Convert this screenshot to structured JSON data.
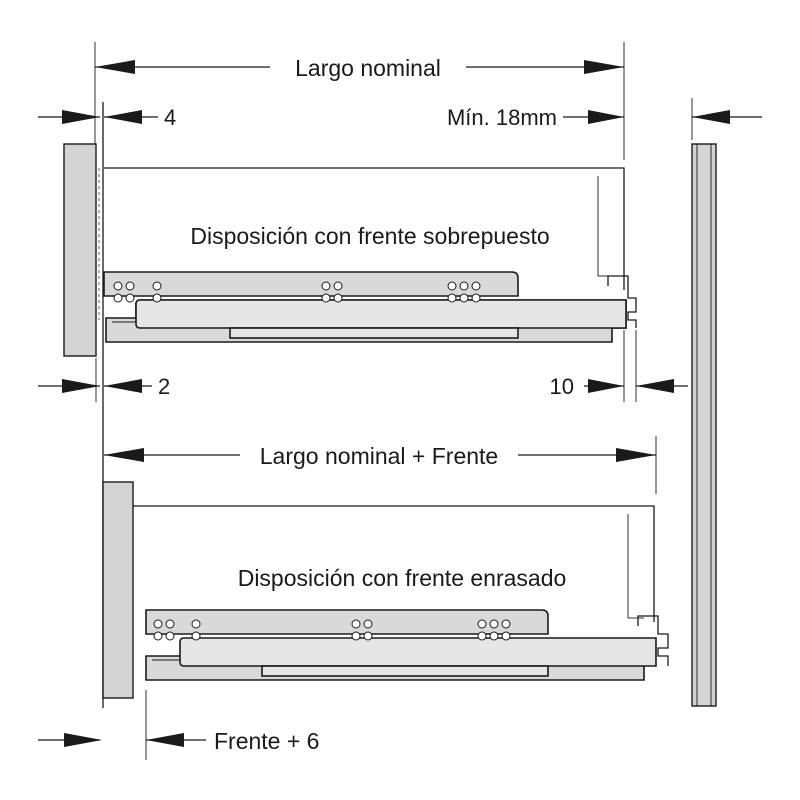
{
  "diagram": {
    "dimensions": {
      "nominal_length": "Largo nominal",
      "front_overlap": "4",
      "min_depth": "Mín. 18mm",
      "gap_front": "2",
      "gap_rear": "10",
      "nominal_plus_front": "Largo nominal + Frente",
      "front_plus_6": "Frente + 6"
    },
    "layouts": {
      "overlay": "Disposición con frente sobrepuesto",
      "flush": "Disposición con frente enrasado"
    },
    "colors": {
      "line": "#1a1a1a",
      "panel_fill": "#d4d4d4",
      "background": "#ffffff"
    }
  }
}
